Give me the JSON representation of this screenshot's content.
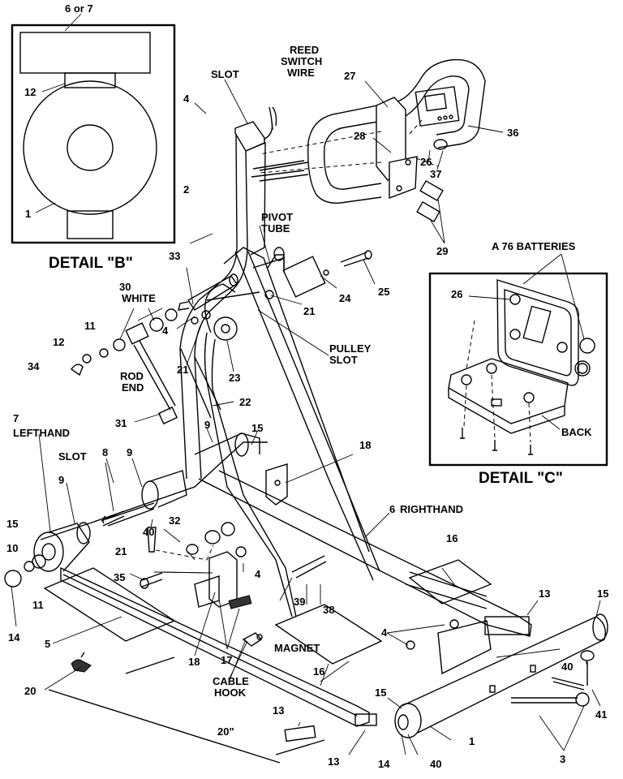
{
  "details": {
    "b_title": "DETAIL \"B\"",
    "c_title": "DETAIL \"C\"",
    "b_top": "6 or 7",
    "b_12": "12",
    "b_1": "1",
    "c_batteries": "A 76 BATTERIES",
    "c_26": "26",
    "c_back": "BACK"
  },
  "labels": {
    "reed1": "REED",
    "reed2": "SWITCH",
    "reed3": "WIRE",
    "slot_top": "SLOT",
    "pivot1": "PIVOT",
    "pivot2": "TUBE",
    "pulley1": "PULLEY",
    "pulley2": "SLOT",
    "white": "WHITE",
    "rod1": "ROD",
    "rod2": "END",
    "lefthand": "LEFTHAND",
    "slot_left": "SLOT",
    "righthand": "RIGHTHAND",
    "magnet": "MAGNET",
    "cable1": "CABLE",
    "cable2": "HOOK",
    "dim20": "20\""
  },
  "parts": {
    "p4a": "4",
    "p27": "27",
    "p36": "36",
    "p28": "28",
    "p26": "26",
    "p37": "37",
    "p2": "2",
    "p29": "29",
    "p33": "33",
    "p30": "30",
    "p24": "24",
    "p25": "25",
    "p11a": "11",
    "p12": "12",
    "p34": "34",
    "p4b": "4",
    "p21a": "21",
    "p21b": "21",
    "p23": "23",
    "p22": "22",
    "p31": "31",
    "p7": "7",
    "p18a": "18",
    "p9a": "9",
    "p15a": "15",
    "p8": "8",
    "p9b": "9",
    "p9c": "9",
    "p6": "6",
    "p15b": "15",
    "p10": "10",
    "p40a": "40",
    "p32": "32",
    "p16a": "16",
    "p13a": "13",
    "p21c": "21",
    "p4c": "4",
    "p11b": "11",
    "p35": "35",
    "p39": "39",
    "p38": "38",
    "p14a": "14",
    "p5": "5",
    "p18b": "18",
    "p17": "17",
    "p4d": "4",
    "p40b": "40",
    "p20": "20",
    "p16b": "16",
    "p15c": "15",
    "p1": "1",
    "p41": "41",
    "p13b": "13",
    "p13c": "13",
    "p14b": "14",
    "p40c": "40",
    "p3": "3"
  }
}
